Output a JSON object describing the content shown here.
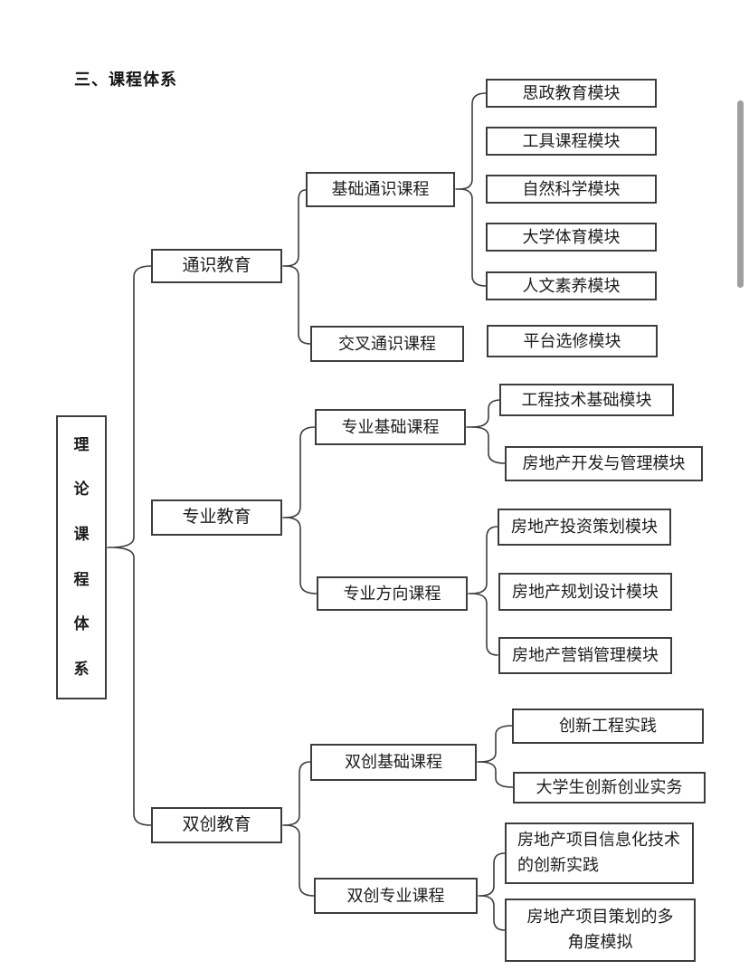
{
  "page": {
    "title": "三、课程体系"
  },
  "colors": {
    "background": "#ffffff",
    "box_border": "#3d3d3d",
    "connector_line": "#3d3d3d",
    "text": "#1c1c1c",
    "scrollbar_thumb": "#9f9f9f"
  },
  "tree": {
    "root": {
      "label": "理论课程体系",
      "chars": [
        "理",
        "论",
        "课",
        "程",
        "体",
        "系"
      ]
    },
    "branches": [
      {
        "label": "通识教育",
        "children": [
          {
            "label": "基础通识课程",
            "modules": [
              "思政教育模块",
              "工具课程模块",
              "自然科学模块",
              "大学体育模块",
              "人文素养模块"
            ]
          },
          {
            "label": "交叉通识课程",
            "modules": [
              "平台选修模块"
            ]
          }
        ]
      },
      {
        "label": "专业教育",
        "children": [
          {
            "label": "专业基础课程",
            "modules": [
              "工程技术基础模块",
              "房地产开发与管理模块"
            ]
          },
          {
            "label": "专业方向课程",
            "modules": [
              "房地产投资策划模块",
              "房地产规划设计模块",
              "房地产营销管理模块"
            ]
          }
        ]
      },
      {
        "label": "双创教育",
        "children": [
          {
            "label": "双创基础课程",
            "modules": [
              "创新工程实践",
              "大学生创新创业实务"
            ]
          },
          {
            "label": "双创专业课程",
            "modules": [
              "房地产项目信息化技术的创新实践",
              "房地产项目策划的多角度模拟"
            ]
          }
        ]
      }
    ]
  }
}
